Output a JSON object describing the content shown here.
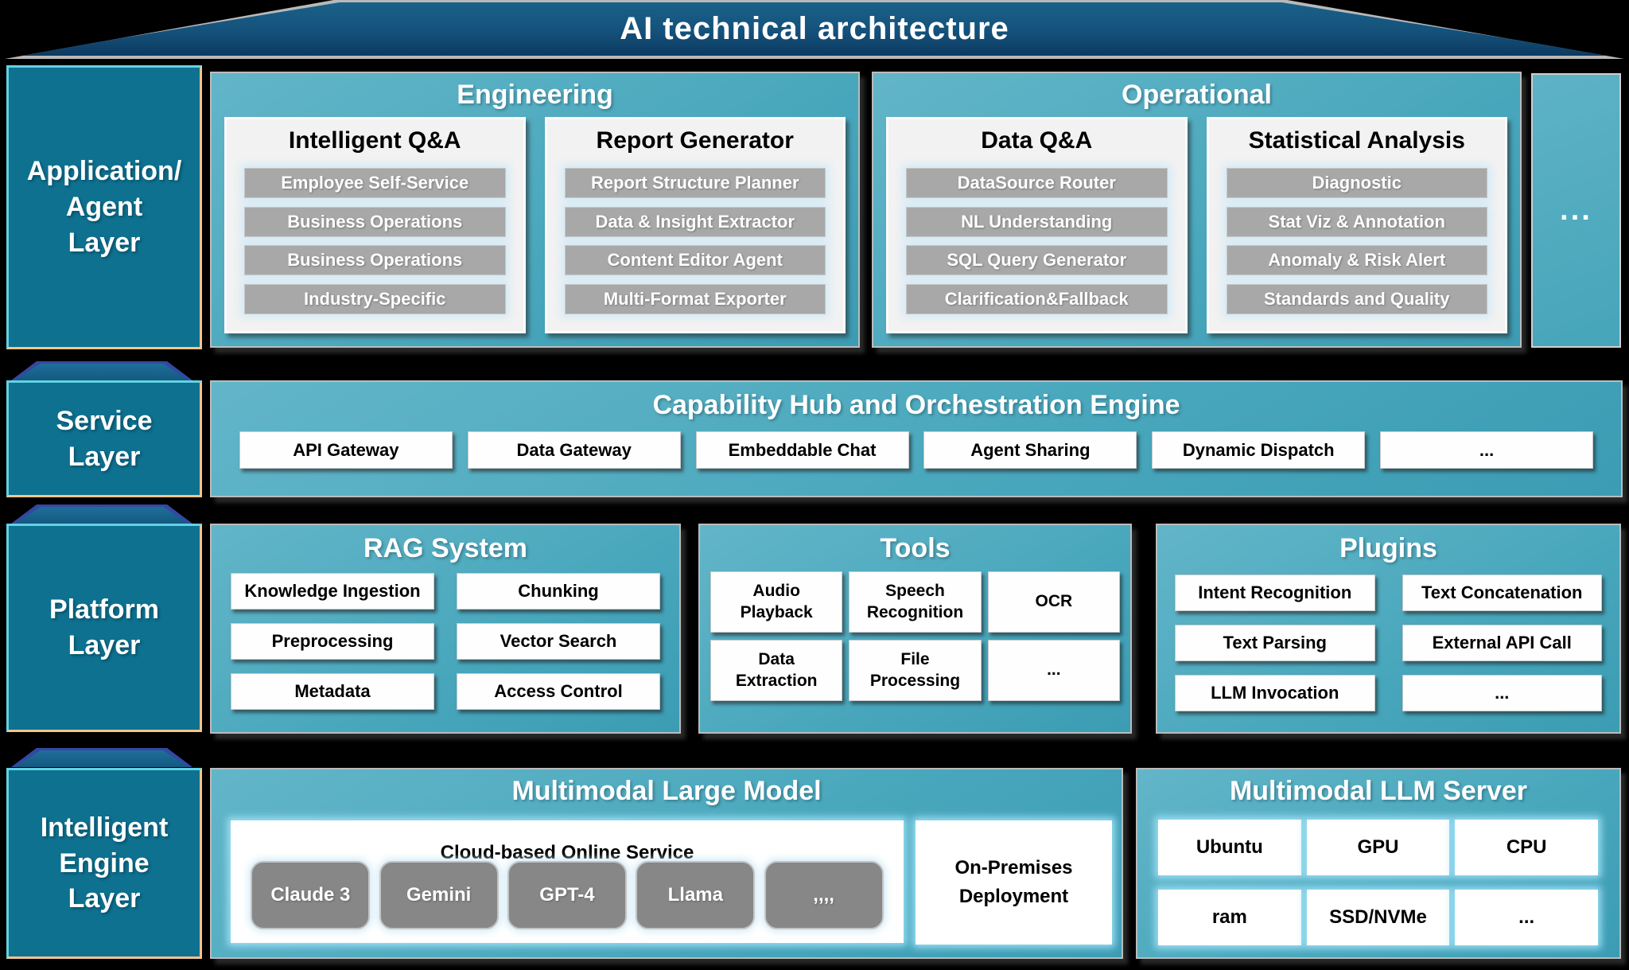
{
  "banner": {
    "title": "AI technical architecture"
  },
  "application": {
    "label": "Application/\nAgent\nLayer",
    "engineering": {
      "title": "Engineering",
      "groups": [
        {
          "title": "Intelligent Q&A",
          "items": [
            "Employee Self-Service",
            "Business Operations",
            "Business Operations",
            "Industry-Specific"
          ]
        },
        {
          "title": "Report Generator",
          "items": [
            "Report Structure Planner",
            "Data & Insight Extractor",
            "Content Editor Agent",
            "Multi-Format Exporter"
          ]
        }
      ]
    },
    "operational": {
      "title": "Operational",
      "groups": [
        {
          "title": "Data Q&A",
          "items": [
            "DataSource Router",
            "NL Understanding",
            "SQL Query Generator",
            "Clarification&Fallback"
          ]
        },
        {
          "title": "Statistical Analysis",
          "items": [
            "Diagnostic",
            "Stat Viz & Annotation",
            "Anomaly & Risk Alert",
            "Standards and Quality"
          ]
        }
      ]
    },
    "more": "..."
  },
  "service": {
    "label": "Service\nLayer",
    "title": "Capability Hub and Orchestration Engine",
    "items": [
      "API Gateway",
      "Data Gateway",
      "Embeddable Chat",
      "Agent Sharing",
      "Dynamic Dispatch",
      "..."
    ]
  },
  "platform": {
    "label": "Platform\nLayer",
    "rag": {
      "title": "RAG System",
      "items": [
        "Knowledge Ingestion",
        "Chunking",
        "Preprocessing",
        "Vector Search",
        "Metadata",
        "Access Control"
      ]
    },
    "tools": {
      "title": "Tools",
      "items": [
        "Audio\nPlayback",
        "Speech\nRecognition",
        "OCR",
        "Data\nExtraction",
        "File\nProcessing",
        "..."
      ]
    },
    "plugins": {
      "title": "Plugins",
      "items": [
        "Intent Recognition",
        "Text Concatenation",
        "Text Parsing",
        "External API Call",
        "LLM Invocation",
        "..."
      ]
    }
  },
  "engine": {
    "label": "Intelligent\nEngine\nLayer",
    "model": {
      "title": "Multimodal Large Model",
      "cloud_title": "Cloud-based Online Service",
      "models": [
        "Claude 3",
        "Gemini",
        "GPT-4",
        "Llama",
        ",,,,"
      ],
      "onprem": "On-Premises\nDeployment"
    },
    "server": {
      "title": "Multimodal LLM Server",
      "items": [
        "Ubuntu",
        "GPU",
        "CPU",
        "ram",
        "SSD/NVMe",
        "..."
      ]
    }
  },
  "colors": {
    "banner_blue_top": "#1a6189",
    "banner_blue_bottom": "#0d3a60",
    "layer_label_teal": "#0e7190",
    "label_border_cyan": "#63d2e5",
    "label_border_peach": "#f4c48c",
    "panel_teal_light": "#63b5c8",
    "panel_teal_dark": "#3b9cb3",
    "tab_navy_border": "#3448a3",
    "tab_fill_blue": "#1f6f9a",
    "app_button_gray": "#a8a8a8",
    "model_chip_gray": "#878787",
    "glow_cyan": "#a0e2f8"
  }
}
